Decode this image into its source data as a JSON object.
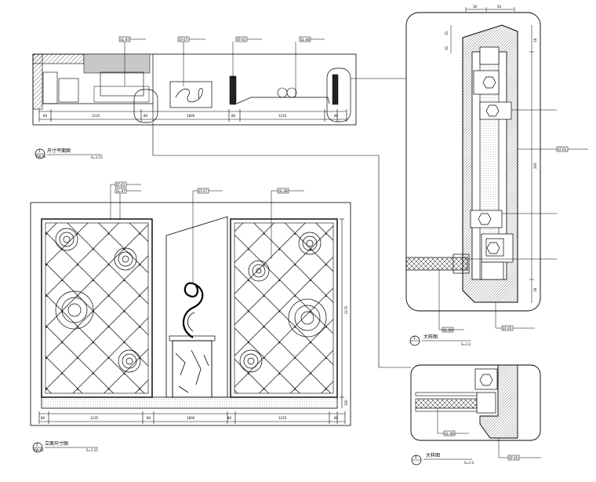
{
  "views": {
    "plan": {
      "title": "尺寸平面图",
      "scale": "S=1:15",
      "badge_num": "1",
      "badge_sheet": "PW-01",
      "tags": [
        "GL-07",
        "ST-07",
        "ST-05",
        "GL-08"
      ],
      "dims": [
        "80",
        "1235",
        "80",
        "1800",
        "80",
        "1235",
        "80"
      ]
    },
    "elevation": {
      "title": "立面尺寸图",
      "scale": "S=1:15",
      "badge_num": "2",
      "badge_sheet": "PW-01",
      "tags": [
        "ST-05",
        "GL-07",
        "ST-07",
        "GL-08"
      ],
      "dims": [
        "80",
        "1235",
        "80",
        "1800",
        "80",
        "1235",
        "80"
      ],
      "right_dims": [
        "2170",
        "150"
      ]
    },
    "detail_a": {
      "title": "大样图",
      "scale": "S=1:2",
      "badge_num": "3",
      "top_dims": [
        "30",
        "50"
      ],
      "side_dims": [
        "15",
        "30"
      ],
      "right_dims": [
        "18",
        "200",
        "18"
      ],
      "tags": [
        "ST-05",
        "GL-08",
        "ST-05"
      ]
    },
    "detail_b": {
      "title": "大样图",
      "scale": "S=1:2",
      "badge_num": "4",
      "tags": [
        "GL-08",
        "ST-05"
      ]
    }
  }
}
